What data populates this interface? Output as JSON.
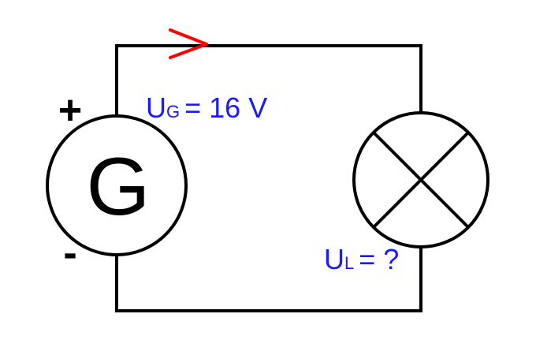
{
  "generator": {
    "symbol": "G",
    "plus_sign": "+",
    "minus_sign": "-",
    "voltage_label": {
      "main": "U",
      "subscript": "G",
      "value": "= 16 V"
    }
  },
  "lamp": {
    "voltage_label": {
      "main": "U",
      "subscript": "L",
      "value": "= ?"
    }
  },
  "colors": {
    "wire": "#000000",
    "current_arrow": "#ff0000",
    "labels": "#1a1aff"
  },
  "icons": {
    "current_direction": "current-arrow-icon",
    "lamp": "lamp-icon"
  }
}
